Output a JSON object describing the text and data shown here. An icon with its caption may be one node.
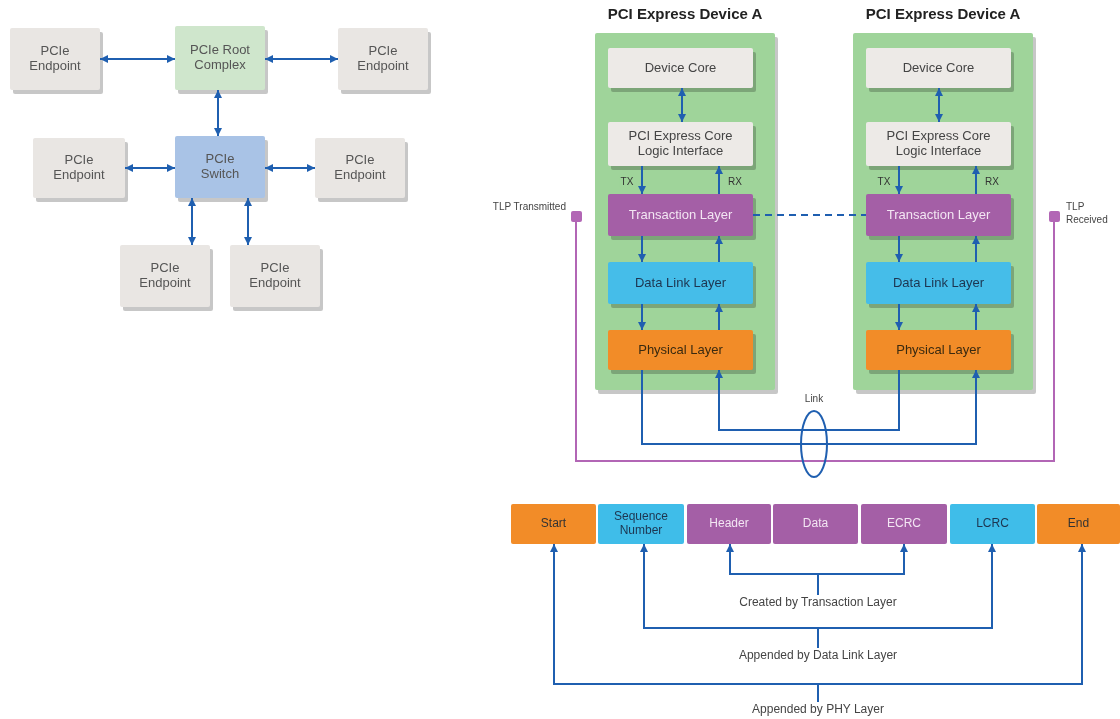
{
  "diagram": {
    "nodes": [
      {
        "text": [
          "PCIe Endpoint"
        ]
      },
      {
        "text": [
          "PCIe Root Complex"
        ]
      },
      {
        "text": [
          "PCIe Endpoint"
        ]
      },
      {
        "text": [
          "PCIe Endpoint"
        ]
      },
      {
        "text": [
          "PCIe Switch"
        ]
      },
      {
        "text": [
          "PCIe Endpoint"
        ]
      },
      {
        "text": [
          "PCIe Endpoint"
        ]
      },
      {
        "text": [
          "PCIe Endpoint"
        ]
      },
      {
        "text": [
          "PCI Express Device A"
        ]
      },
      {
        "text": [
          "Device Core"
        ],
        "in": 8
      },
      {
        "text": [
          "PCI Express Core Logic Interface"
        ],
        "in": 8
      },
      {
        "text": [
          "Transaction Layer"
        ],
        "in": 8
      },
      {
        "text": [
          "Data Link Layer"
        ],
        "in": 8
      },
      {
        "text": [
          "Physical Layer"
        ],
        "in": 8
      },
      {
        "text": [
          "PCI Express Device A"
        ]
      },
      {
        "text": [
          "Device Core"
        ],
        "in": 14
      },
      {
        "text": [
          "PCI Express Core Logic Interface"
        ],
        "in": 14
      },
      {
        "text": [
          "Transaction Layer"
        ],
        "in": 14
      },
      {
        "text": [
          "Data Link Layer"
        ],
        "in": 14
      },
      {
        "text": [
          "Physical Layer"
        ],
        "in": 14
      },
      {
        "text": [],
        "shape": "box",
        "beside": [
          "TLP Transmitted"
        ]
      },
      {
        "text": [],
        "shape": "box",
        "beside": [
          "TLP Received"
        ]
      },
      {
        "text": [
          "Start"
        ]
      },
      {
        "text": [
          "Sequence Number"
        ]
      },
      {
        "text": [
          "Header"
        ]
      },
      {
        "text": [
          "Data"
        ]
      },
      {
        "text": [
          "ECRC"
        ]
      },
      {
        "text": [
          "LCRC"
        ]
      },
      {
        "text": [
          "End"
        ]
      },
      {
        "text": [
          "Created by Transaction Layer"
        ]
      },
      {
        "text": [
          "Appended by Data Link Layer"
        ]
      },
      {
        "text": [
          "Appended by PHY Layer"
        ]
      }
    ],
    "edges": [
      {
        "from": 0,
        "to": 1,
        "arrow": "both"
      },
      {
        "from": 1,
        "to": 2,
        "arrow": "both"
      },
      {
        "from": 1,
        "to": 4,
        "arrow": "both"
      },
      {
        "from": 3,
        "to": 4,
        "arrow": "both"
      },
      {
        "from": 4,
        "to": 5,
        "arrow": "both"
      },
      {
        "from": 4,
        "to": 6,
        "arrow": "both"
      },
      {
        "from": 4,
        "to": 7,
        "arrow": "both"
      },
      {
        "from": 9,
        "to": 10,
        "arrow": "both"
      },
      {
        "from": 10,
        "to": 11,
        "arrow": "to",
        "label": "TX"
      },
      {
        "from": 11,
        "to": 10,
        "arrow": "to",
        "label": "RX"
      },
      {
        "from": 11,
        "to": 12,
        "arrow": "to"
      },
      {
        "from": 12,
        "to": 11,
        "arrow": "to"
      },
      {
        "from": 12,
        "to": 13,
        "arrow": "to"
      },
      {
        "from": 13,
        "to": 12,
        "arrow": "to"
      },
      {
        "from": 15,
        "to": 16,
        "arrow": "both"
      },
      {
        "from": 16,
        "to": 17,
        "arrow": "to",
        "label": "TX"
      },
      {
        "from": 17,
        "to": 16,
        "arrow": "to",
        "label": "RX"
      },
      {
        "from": 17,
        "to": 18,
        "arrow": "to"
      },
      {
        "from": 18,
        "to": 17,
        "arrow": "to"
      },
      {
        "from": 18,
        "to": 19,
        "arrow": "to"
      },
      {
        "from": 19,
        "to": 18,
        "arrow": "to"
      },
      {
        "from": 11,
        "to": 17,
        "arrow": "none",
        "style": "dashed"
      },
      {
        "from": 13,
        "to": 19,
        "arrow": "to"
      },
      {
        "from": 19,
        "to": 13,
        "arrow": "to"
      },
      {
        "from": 20,
        "to": 21,
        "arrow": "none",
        "color": "#b266b5"
      },
      {
        "from": 29,
        "to": 24,
        "arrow": "to"
      },
      {
        "from": 29,
        "to": 26,
        "arrow": "to"
      },
      {
        "from": 30,
        "to": 23,
        "arrow": "to"
      },
      {
        "from": 30,
        "to": 27,
        "arrow": "to"
      },
      {
        "from": 31,
        "to": 22,
        "arrow": "to"
      },
      {
        "from": 31,
        "to": 28,
        "arrow": "to"
      }
    ],
    "labels": [
      "Link"
    ]
  }
}
